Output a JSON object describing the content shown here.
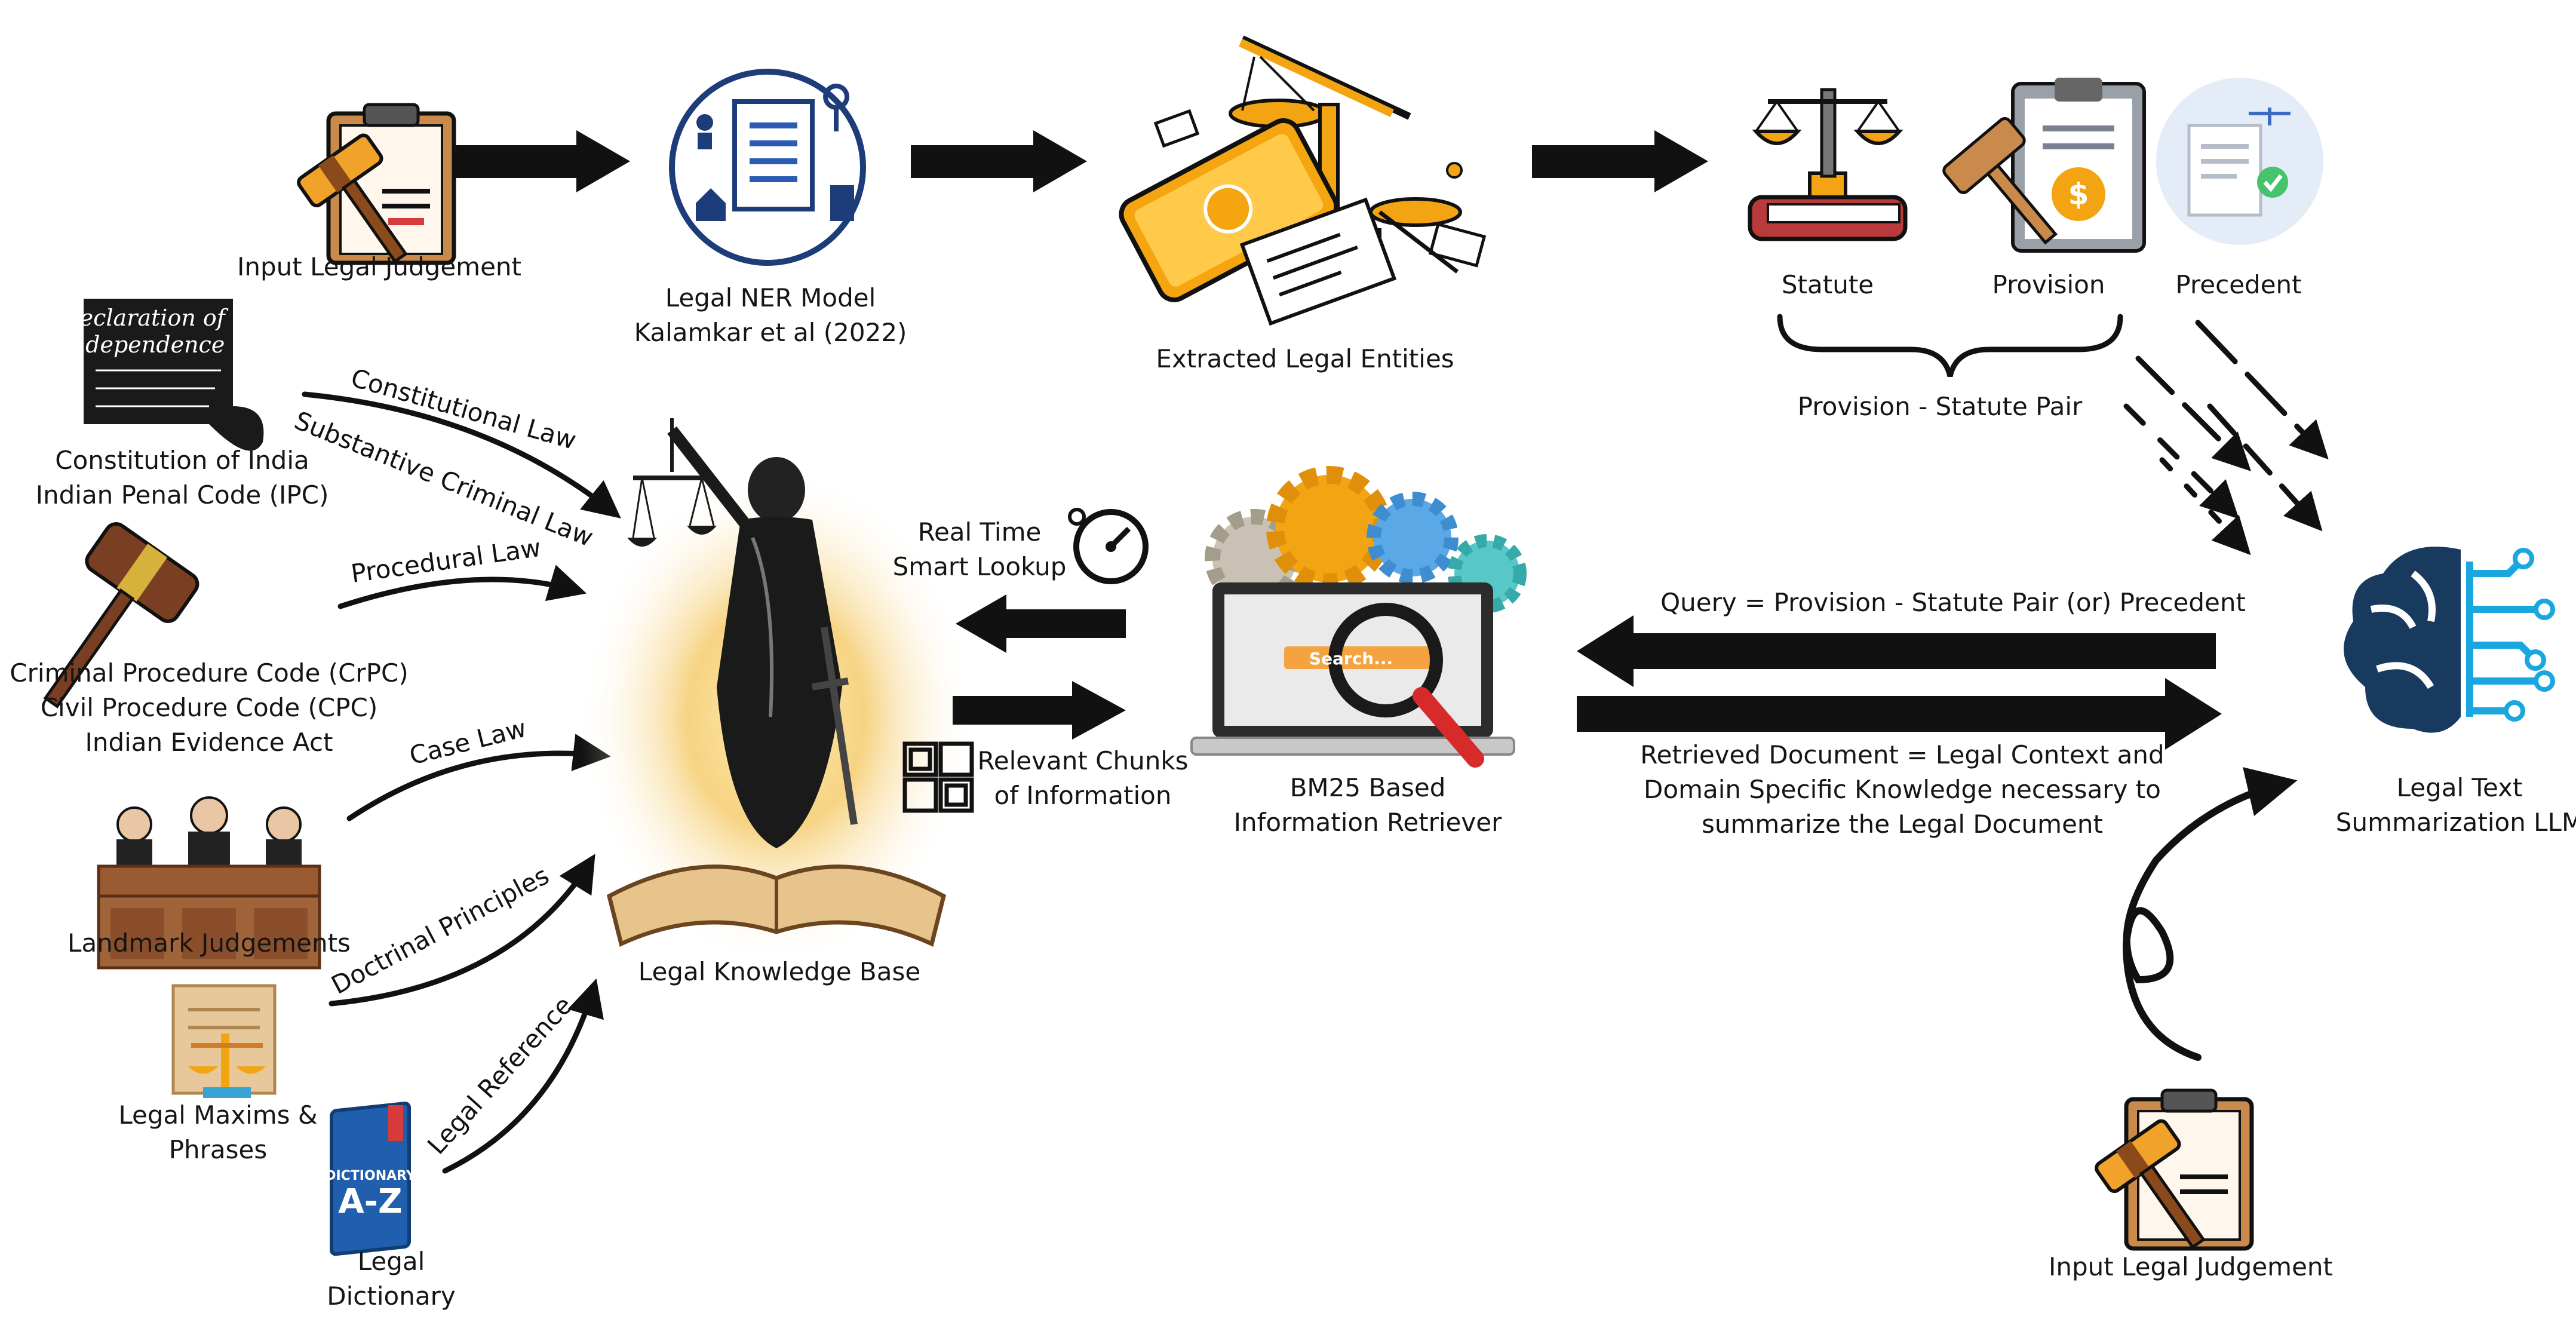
{
  "nodes": {
    "input_judgement_top": "Input Legal Judgement",
    "ner_model": [
      "Legal NER Model",
      "Kalamkar et al (2022)"
    ],
    "extracted_entities": "Extracted Legal Entities",
    "statute": "Statute",
    "provision": "Provision",
    "precedent": "Precedent",
    "provision_statute_pair": "Provision - Statute Pair",
    "constitution": [
      "Constitution of India",
      "Indian Penal Code (IPC)"
    ],
    "procedure": [
      "Criminal Procedure Code (CrPC)",
      "Civil Procedure Code (CPC)",
      "Indian Evidence Act"
    ],
    "landmark": "Landmark Judgements",
    "maxims": [
      "Legal Maxims &",
      "Phrases"
    ],
    "dictionary": [
      "Legal",
      "Dictionary"
    ],
    "knowledge_base": "Legal Knowledge Base",
    "real_time": [
      "Real Time",
      "Smart Lookup"
    ],
    "relevant_chunks": [
      "Relevant Chunks",
      "of Information"
    ],
    "retriever": [
      "BM25 Based",
      "Information Retriever"
    ],
    "search_bar_text": "Search...",
    "query": "Query = Provision - Statute Pair (or) Precedent",
    "retrieved": [
      "Retrieved Document = Legal Context and",
      "Domain Specific Knowledge necessary to",
      "summarize the Legal Document"
    ],
    "llm": [
      "Legal Text",
      "Summarization LLM"
    ],
    "input_judgement_bottom": "Input Legal Judgement",
    "declaration_text": [
      "Declaration of",
      "Independence"
    ],
    "dictionary_cover": [
      "DICTIONARY",
      "A-Z"
    ]
  },
  "edge_labels": {
    "constitutional_law": "Constitutional Law",
    "substantive_criminal_law": "Substantive Criminal Law",
    "procedural_law": "Procedural Law",
    "case_law": "Case Law",
    "doctrinal_principles": "Doctrinal Principles",
    "legal_reference": "Legal Reference"
  },
  "colors": {
    "arrow": "#111111",
    "gavel_brown": "#8a4a1c",
    "gold": "#f2a413",
    "brain_navy": "#173a5e",
    "brain_cyan": "#1aa7e0",
    "book_red": "#b83a3a",
    "book_blue": "#1f5fae"
  }
}
